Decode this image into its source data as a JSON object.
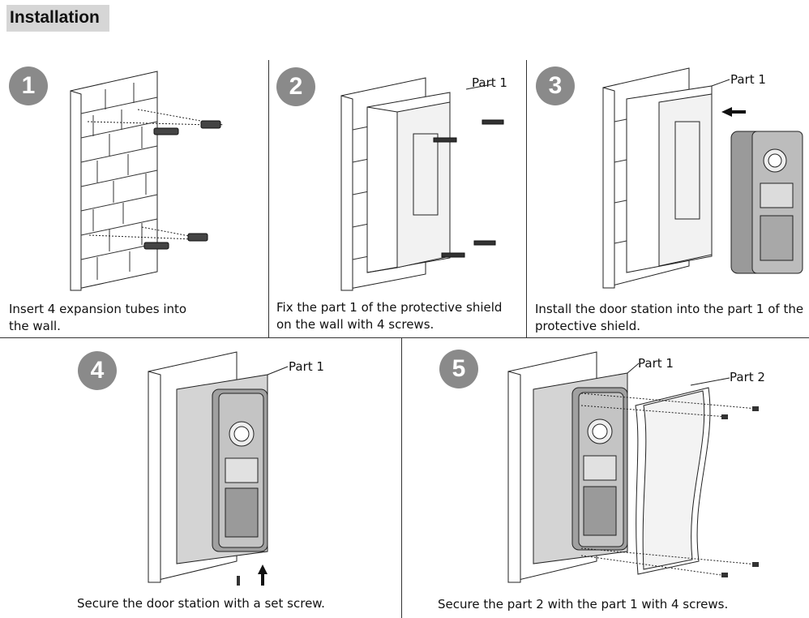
{
  "title": "Installation",
  "steps": [
    {
      "number": "1",
      "caption_line1": "Insert 4 expansion tubes into",
      "caption_line2": "the wall."
    },
    {
      "number": "2",
      "caption_line1": "Fix the part 1 of the protective shield",
      "caption_line2": "on the wall with 4 screws."
    },
    {
      "number": "3",
      "caption_line1": "Install the door station into the part 1 of the",
      "caption_line2": "protective shield."
    },
    {
      "number": "4",
      "caption_line1": "Secure the door station with a set screw.",
      "caption_line2": ""
    },
    {
      "number": "5",
      "caption_line1": "Secure the part 2 with the part 1 with 4 screws.",
      "caption_line2": ""
    }
  ],
  "labels": {
    "part1": "Part 1",
    "part2": "Part 2"
  },
  "colors": {
    "badge": "#8a8a8a",
    "title_bg": "#d6d6d6",
    "line": "#333333"
  },
  "icons": [
    "expansion-tube-icon",
    "screw-icon",
    "arrow-icon"
  ]
}
